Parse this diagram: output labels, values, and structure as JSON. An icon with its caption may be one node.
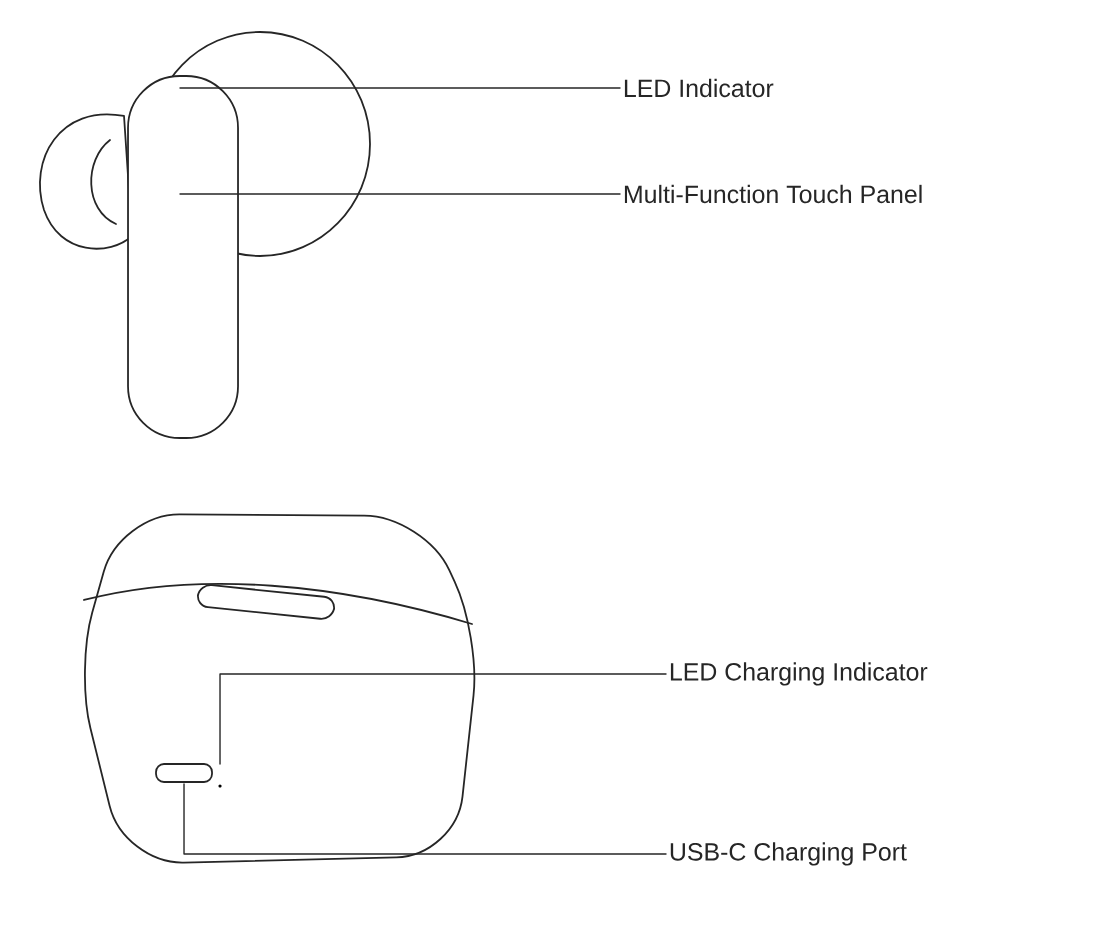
{
  "diagram": {
    "nodes": [
      {
        "text": [
          "LED Indicator"
        ]
      },
      {
        "text": [
          "Multi-Function Touch Panel"
        ]
      },
      {
        "text": [
          "LED Charging Indicator"
        ]
      },
      {
        "text": [
          "USB-C Charging Port"
        ]
      }
    ],
    "edges": [
      {
        "from": 0,
        "to": null,
        "arrow": "none"
      },
      {
        "from": 1,
        "to": null,
        "arrow": "none"
      },
      {
        "from": 2,
        "to": null,
        "arrow": "none"
      },
      {
        "from": 3,
        "to": null,
        "arrow": "none"
      }
    ]
  }
}
